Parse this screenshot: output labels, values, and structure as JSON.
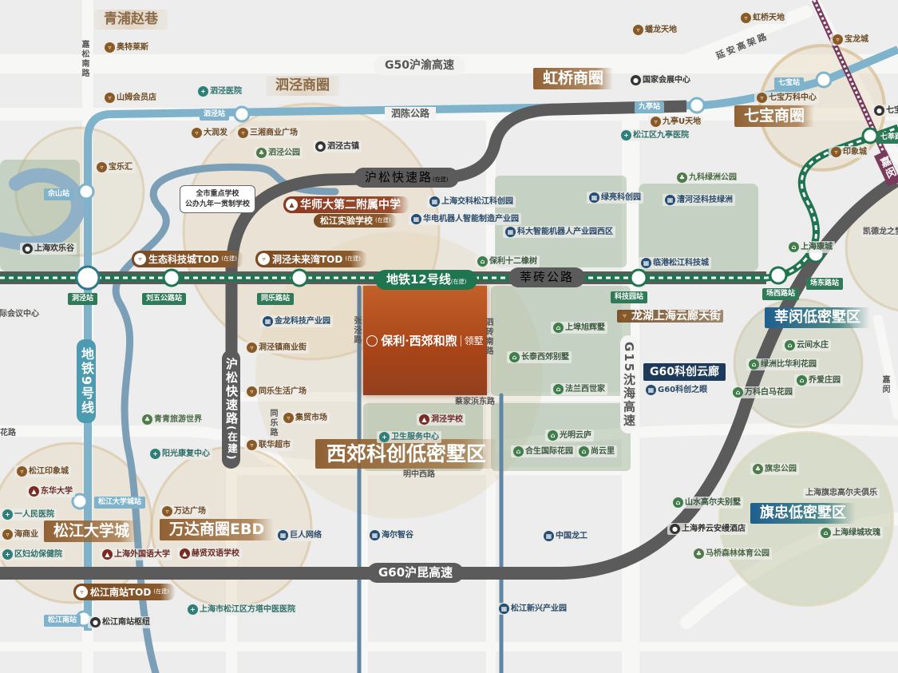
{
  "colors": {
    "background": "#e4e5e4",
    "metro9": "#7fb3cc",
    "metro12": "#1f7550",
    "expressway": "#5b5b5b",
    "district_brown": "#8b5a2b",
    "project": "#b24c1c",
    "jiamin_line": "#7a3a5c"
  },
  "project": {
    "name": "保利·西郊和煦",
    "sub": "领墅",
    "logo": "poly-logo"
  },
  "callout": {
    "line1": "全市重点学校",
    "line2": "公办九年一贯制学校"
  },
  "roads": [
    {
      "label": "G50沪渝高速"
    },
    {
      "label": "泗陈公路"
    },
    {
      "label": "嘉松南路"
    },
    {
      "label": "张泾路"
    },
    {
      "label": "泗砖南路"
    },
    {
      "label": "同乐路"
    },
    {
      "label": "蔡家浜东路"
    },
    {
      "label": "明中西路"
    },
    {
      "label": "花路"
    },
    {
      "label": "G15沈海高速"
    },
    {
      "label": "延安高架路"
    },
    {
      "label": "G60沪昆高速"
    },
    {
      "label": "嘉闵"
    },
    {
      "label": "嘉闵"
    }
  ],
  "expressways": [
    {
      "label": "沪松快速路",
      "note": "(在建)"
    },
    {
      "label": "莘砖公路",
      "note": ""
    },
    {
      "label": "沪松快速路",
      "note": "(在建)"
    }
  ],
  "metro_lines": [
    {
      "label": "地铁12号线",
      "note": "(在建)"
    },
    {
      "label": "地铁9号线"
    }
  ],
  "districts": [
    {
      "label": "青浦赵巷",
      "style": "light"
    },
    {
      "label": "泗泾商圈",
      "style": "light"
    },
    {
      "label": "虹桥商圈",
      "style": "brown"
    },
    {
      "label": "七宝商圈",
      "style": "brown"
    },
    {
      "label": "松江大学城",
      "style": "brown"
    },
    {
      "label": "万达商圈EBD",
      "style": "brown"
    },
    {
      "label": "西郊科创低密墅区",
      "style": "brown"
    },
    {
      "label": "莘闵低密墅区",
      "style": "bluegreen"
    },
    {
      "label": "旗忠低密墅区",
      "style": "bluegreen"
    },
    {
      "label": "G60科创云廊",
      "style": "navy"
    }
  ],
  "tods": [
    {
      "label": "华师大第二附属中学",
      "note": "",
      "icon": "school-icon"
    },
    {
      "label": "松江实验学校",
      "note": "(在建)",
      "icon": ""
    },
    {
      "label": "生态科技城TOD",
      "note": "(在建)",
      "icon": "shop-icon"
    },
    {
      "label": "洞泾未来湾TOD",
      "note": "(在建)",
      "icon": "shop-icon"
    },
    {
      "label": "松江南站TOD",
      "note": "(在建)",
      "icon": "shop-icon"
    }
  ],
  "stations": [
    {
      "label": "泗泾站",
      "line": "9"
    },
    {
      "label": "佘山站",
      "line": "9"
    },
    {
      "label": "九亭站",
      "line": "9"
    },
    {
      "label": "七宝站",
      "line": "9"
    },
    {
      "label": "松江大学城站",
      "line": "9"
    },
    {
      "label": "松江南站",
      "line": "9"
    },
    {
      "label": "洞泾站",
      "line": "12"
    },
    {
      "label": "刘五公路站",
      "line": "12"
    },
    {
      "label": "同乐路站",
      "line": "12"
    },
    {
      "label": "科技园站",
      "line": "12"
    },
    {
      "label": "场西路站",
      "line": "12"
    },
    {
      "label": "场东路站",
      "line": "12"
    },
    {
      "label": "七莘路",
      "line": "12"
    }
  ],
  "pois": [
    {
      "label": "奥特莱斯",
      "icon": "shop"
    },
    {
      "label": "山姆会员店",
      "icon": "shop"
    },
    {
      "label": "大润发",
      "icon": "shop"
    },
    {
      "label": "三湘商业广场",
      "icon": "shop"
    },
    {
      "label": "宝乐汇",
      "icon": "shop"
    },
    {
      "label": "洞泾镇商业街",
      "icon": "shop"
    },
    {
      "label": "同乐生活广场",
      "icon": "shop"
    },
    {
      "label": "集贸市场",
      "icon": "shop"
    },
    {
      "label": "联华超市",
      "icon": "shop"
    },
    {
      "label": "松江印象城",
      "icon": "shop"
    },
    {
      "label": "海商业",
      "icon": "shop"
    },
    {
      "label": "万达广场",
      "icon": "shop"
    },
    {
      "label": "虹桥天地",
      "icon": "shop"
    },
    {
      "label": "蟠龙天地",
      "icon": "shop"
    },
    {
      "label": "宝龙城",
      "icon": "shop"
    },
    {
      "label": "九亭U天地",
      "icon": "shop"
    },
    {
      "label": "七宝万科中心",
      "icon": "shop"
    },
    {
      "label": "印象城",
      "icon": "shop"
    },
    {
      "label": "龙湖上海云廊天街",
      "icon": "shop"
    },
    {
      "label": "泗泾医院",
      "icon": "hospital"
    },
    {
      "label": "一人民医院",
      "icon": "hospital"
    },
    {
      "label": "区妇幼保健院",
      "icon": "hospital"
    },
    {
      "label": "阳光康复中心",
      "icon": "hospital"
    },
    {
      "label": "卫生服务中心",
      "icon": "hospital"
    },
    {
      "label": "上海市松江区方塔中医医院",
      "icon": "hospital"
    },
    {
      "label": "松江区九亭医院",
      "icon": "hospital"
    },
    {
      "label": "泗泾公园",
      "icon": "park"
    },
    {
      "label": "青青旅游世界",
      "icon": "park"
    },
    {
      "label": "九科绿洲公园",
      "icon": "park"
    },
    {
      "label": "旗忠公园",
      "icon": "park"
    },
    {
      "label": "马桥森林体育公园",
      "icon": "park"
    },
    {
      "label": "泗泾古镇",
      "icon": "pin"
    },
    {
      "label": "上海欢乐谷",
      "icon": "pin"
    },
    {
      "label": "国家会展中心",
      "icon": "pin"
    },
    {
      "label": "七宝",
      "icon": "pin"
    },
    {
      "label": "松江南站枢纽",
      "icon": "pin"
    },
    {
      "label": "上海养云安缦酒店",
      "icon": "pin"
    },
    {
      "label": "东华大学",
      "icon": "school"
    },
    {
      "label": "上海外国语大学",
      "icon": "school"
    },
    {
      "label": "赫贤双语学校",
      "icon": "school"
    },
    {
      "label": "洞泾学校",
      "icon": "school"
    },
    {
      "label": "金龙科技产业园",
      "icon": "office"
    },
    {
      "label": "上海交科松江科创园",
      "icon": "office"
    },
    {
      "label": "华电机器人智能制造产业园",
      "icon": "office"
    },
    {
      "label": "科大智能机器人产业园西区",
      "icon": "office"
    },
    {
      "label": "绿亮科创园",
      "icon": "office"
    },
    {
      "label": "漕河泾科技绿洲",
      "icon": "office"
    },
    {
      "label": "临港松江科技城",
      "icon": "office"
    },
    {
      "label": "巨人网络",
      "icon": "office"
    },
    {
      "label": "海尔智谷",
      "icon": "office"
    },
    {
      "label": "中国龙工",
      "icon": "office"
    },
    {
      "label": "松江新兴产业园",
      "icon": "office"
    },
    {
      "label": "G60科创之眼",
      "icon": "office"
    },
    {
      "label": "保利十二橡树",
      "icon": "home"
    },
    {
      "label": "上海康城",
      "icon": "home"
    },
    {
      "label": "凯德龙之梦",
      "icon": "none"
    },
    {
      "label": "上埠旭辉墅",
      "icon": "home"
    },
    {
      "label": "长泰西郊别墅",
      "icon": "home"
    },
    {
      "label": "法兰西世家",
      "icon": "home"
    },
    {
      "label": "光明云庐",
      "icon": "home"
    },
    {
      "label": "合生国际花园",
      "icon": "home"
    },
    {
      "label": "尚云里",
      "icon": "home"
    },
    {
      "label": "云间水庄",
      "icon": "home"
    },
    {
      "label": "绿洲比华利花园",
      "icon": "home"
    },
    {
      "label": "乔爱庄园",
      "icon": "home"
    },
    {
      "label": "万科白马花园",
      "icon": "home"
    },
    {
      "label": "山水高尔夫别墅",
      "icon": "home"
    },
    {
      "label": "上海旗忠高尔夫俱乐",
      "icon": "none"
    },
    {
      "label": "上海绿城玫瑰",
      "icon": "home"
    },
    {
      "label": "际会议中心",
      "icon": "none"
    }
  ]
}
